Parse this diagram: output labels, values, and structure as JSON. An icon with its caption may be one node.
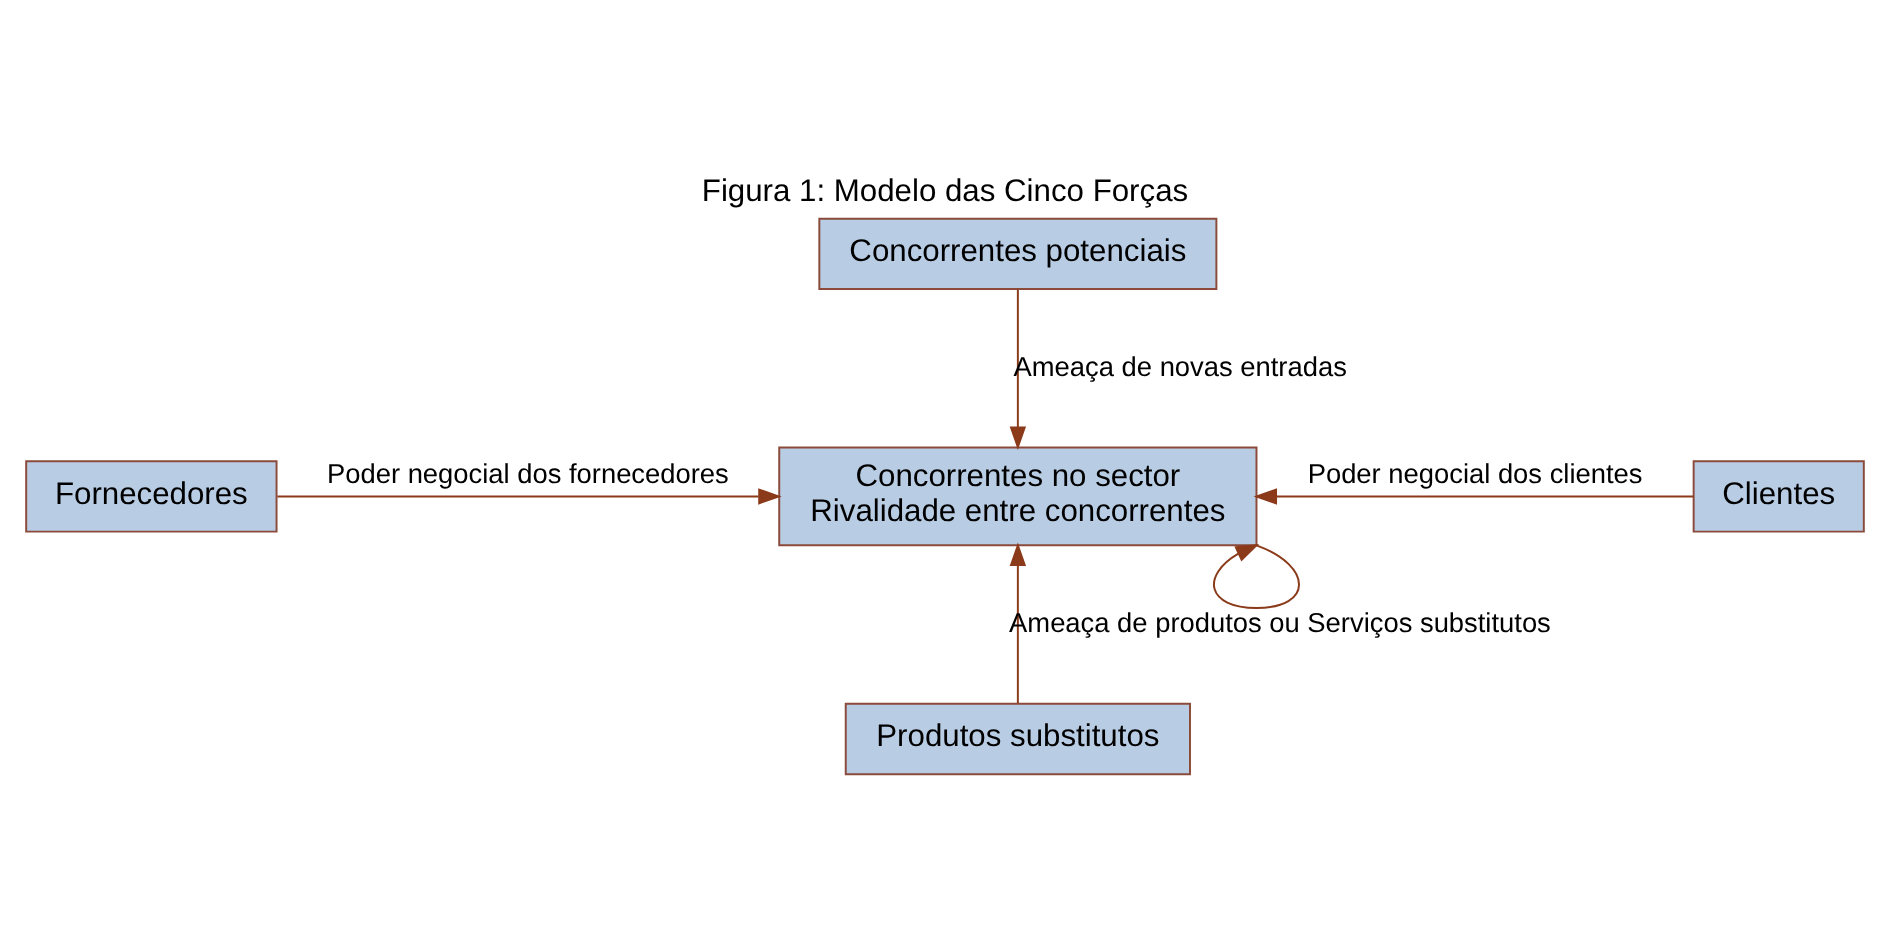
{
  "diagram": {
    "title": "Figura 1: Modelo das Cinco Forças",
    "nodes": [
      {
        "text": [
          "Concorrentes potenciais"
        ]
      },
      {
        "text": [
          "Fornecedores"
        ]
      },
      {
        "text": [
          "Concorrentes no sector",
          "Rivalidade entre concorrentes"
        ]
      },
      {
        "text": [
          "Clientes"
        ]
      },
      {
        "text": [
          "Produtos substitutos"
        ]
      }
    ],
    "edges": [
      {
        "from": 0,
        "to": 2,
        "arrow": "to",
        "label": "Ameaça de novas entradas"
      },
      {
        "from": 1,
        "to": 2,
        "arrow": "to",
        "label": "Poder negocial dos fornecedores"
      },
      {
        "from": 3,
        "to": 2,
        "arrow": "to",
        "label": "Poder negocial dos clientes"
      },
      {
        "from": 4,
        "to": 2,
        "arrow": "to",
        "label": "Ameaça de produtos ou Serviços substitutos"
      },
      {
        "from": 2,
        "to": 2,
        "arrow": "to"
      }
    ]
  }
}
